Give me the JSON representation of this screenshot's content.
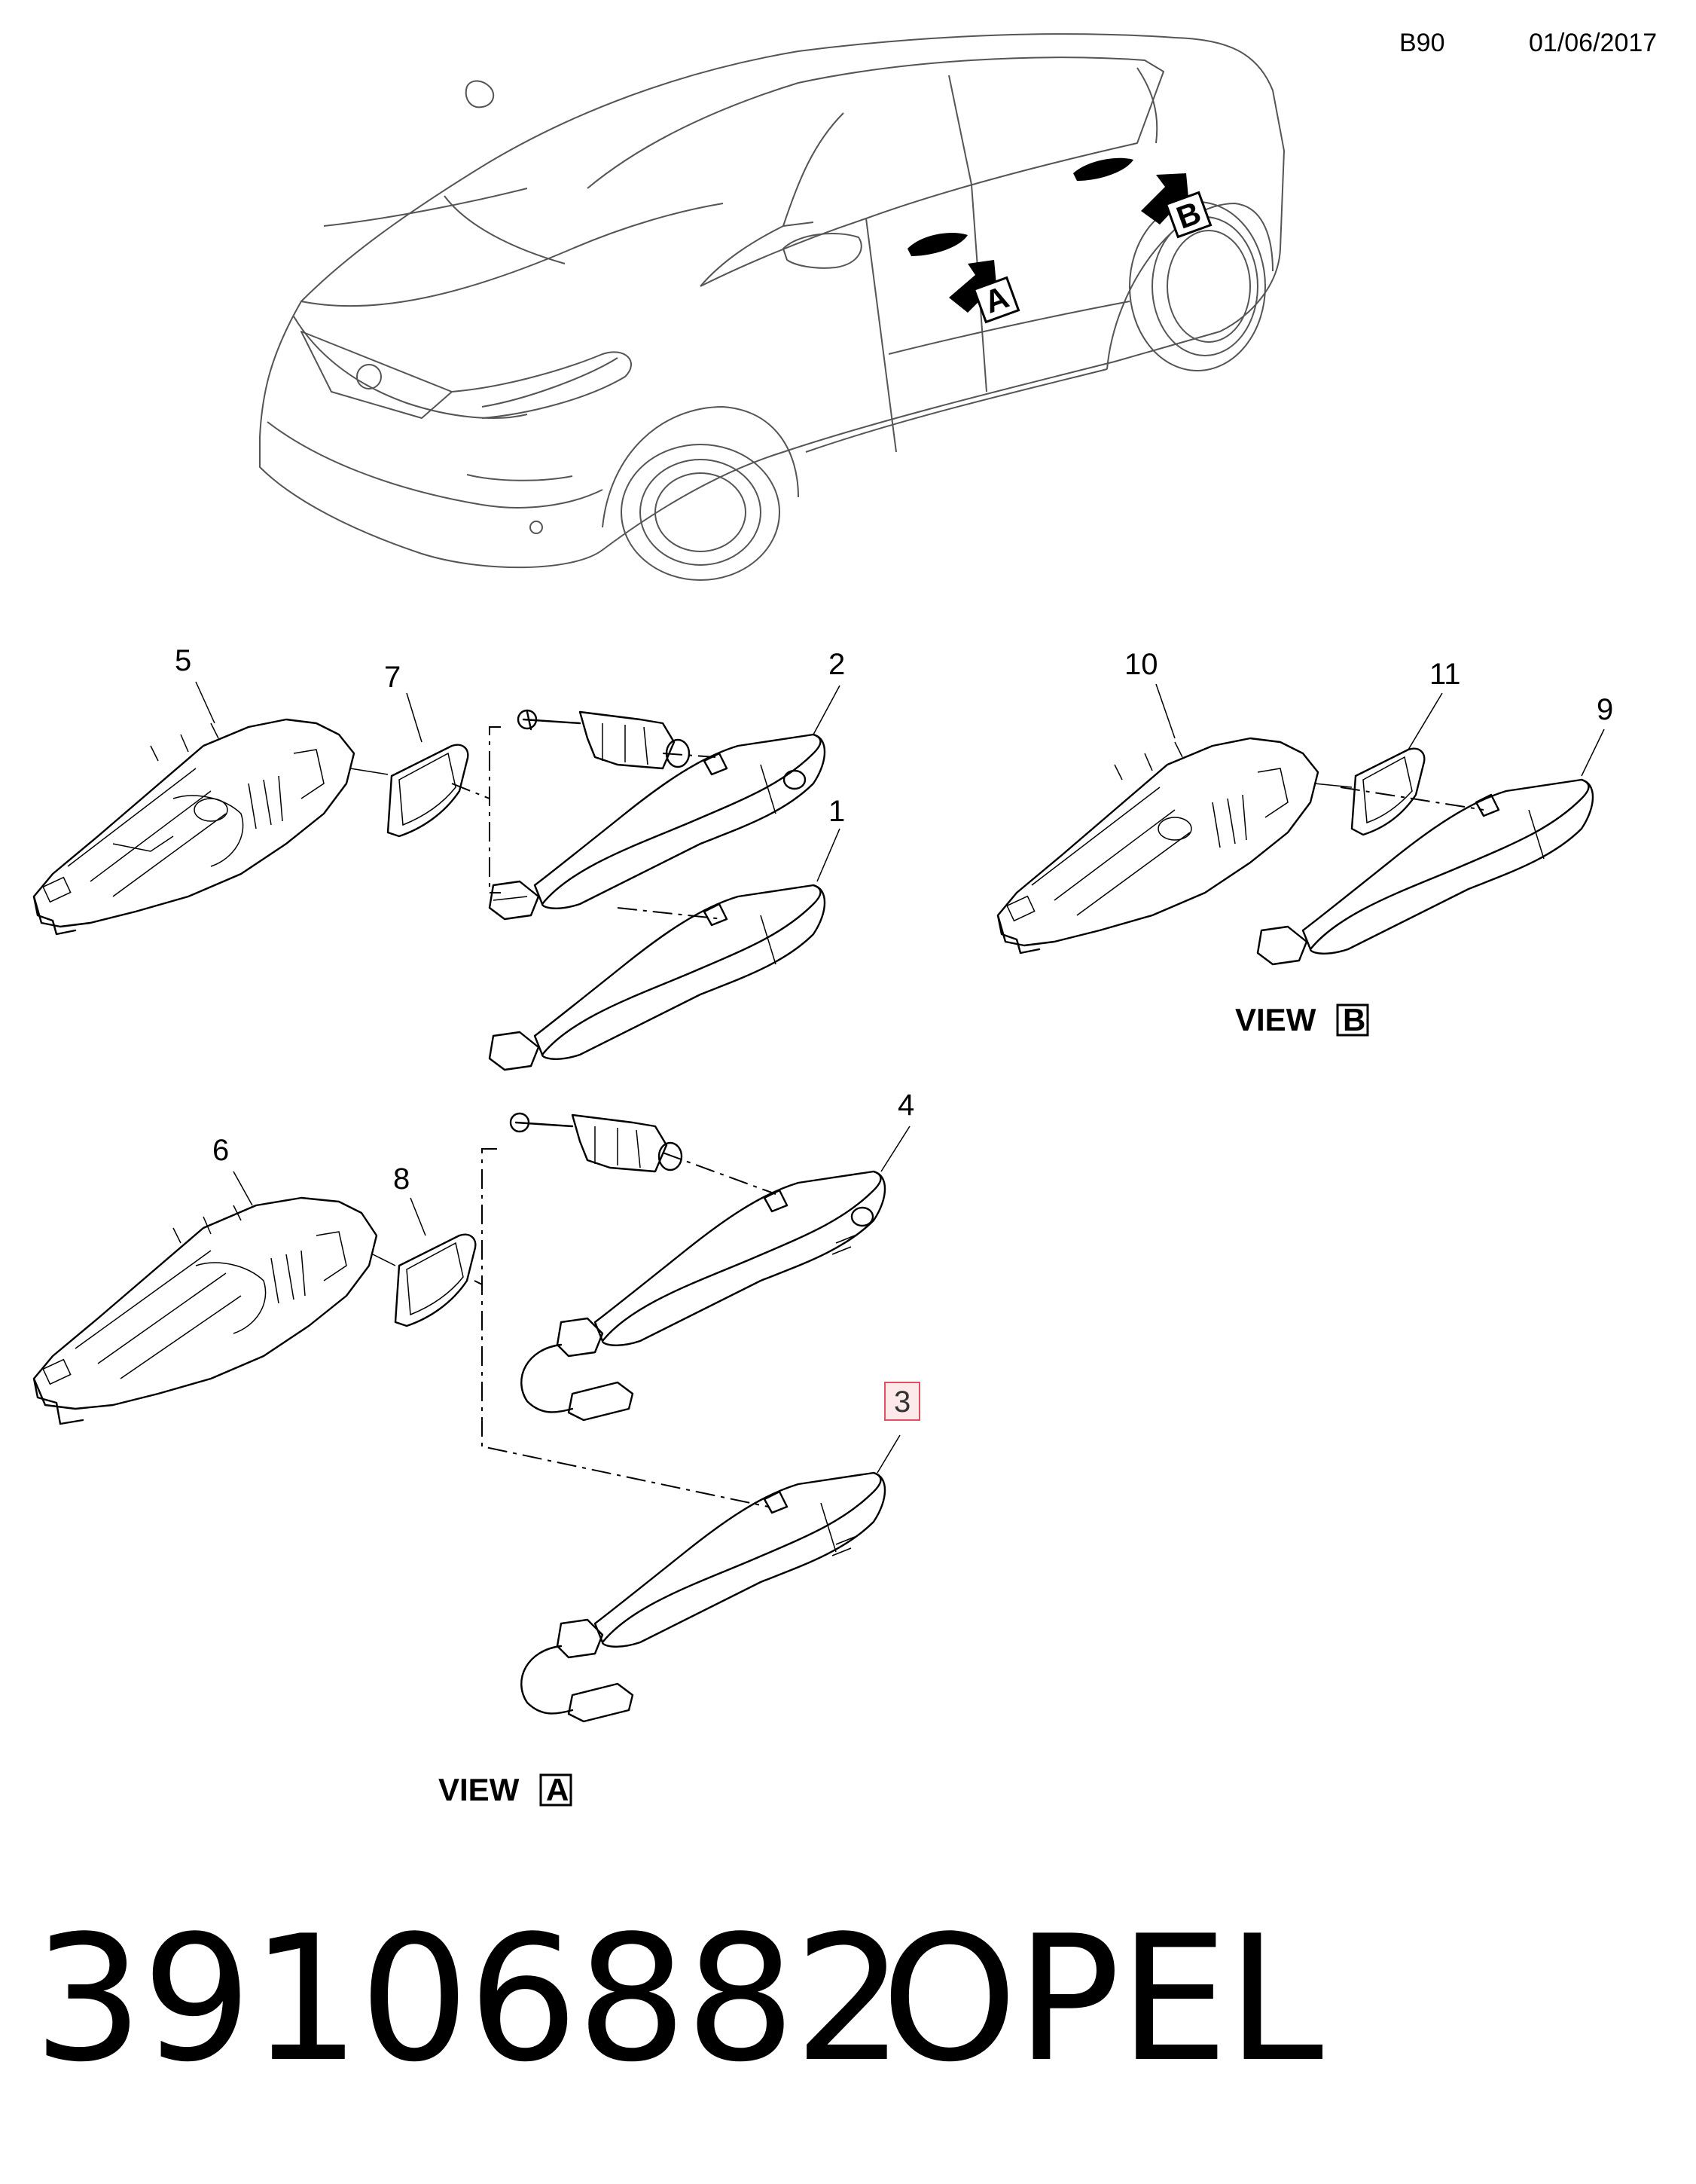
{
  "header": {
    "sheet_code": "B90",
    "date": "01/06/2017"
  },
  "views": [
    {
      "label": "VIEW",
      "letter": "B"
    },
    {
      "label": "VIEW",
      "letter": "A"
    }
  ],
  "arrows": [
    {
      "letter": "A"
    },
    {
      "letter": "B"
    }
  ],
  "callouts": [
    "1",
    "2",
    "3",
    "4",
    "5",
    "6",
    "7",
    "8",
    "9",
    "10",
    "11"
  ],
  "highlighted_callout": "3",
  "colors": {
    "highlight_border": "#e05060",
    "highlight_fill": "#fde8ea"
  },
  "footer": {
    "part_number": "39106882",
    "brand": "OPEL"
  }
}
